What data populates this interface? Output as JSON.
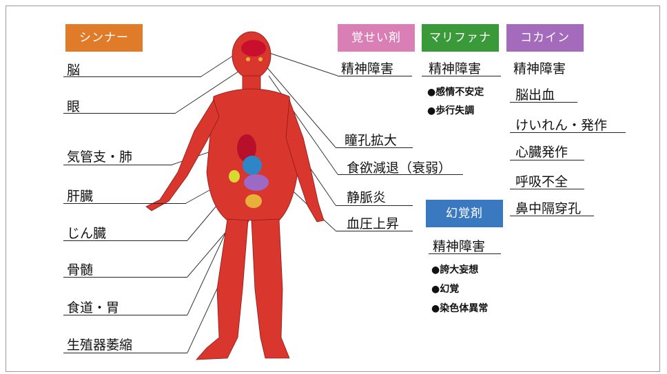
{
  "colors": {
    "thinner": "#e07b2a",
    "stimulant": "#d97fb5",
    "marijuana": "#3a9a3a",
    "cocaine": "#a46bbd",
    "hallucinogen": "#3a78c0",
    "body": "#d9362e"
  },
  "categories": {
    "thinner": "シンナー",
    "stimulant": "覚せい剤",
    "marijuana": "マリファナ",
    "cocaine": "コカイン",
    "hallucinogen": "幻覚剤"
  },
  "thinner_effects": [
    "脳",
    "眼",
    "気管支・肺",
    "肝臓",
    "じん臓",
    "骨髄",
    "食道・胃",
    "生殖器萎縮"
  ],
  "stimulant_effects": [
    "精神障害",
    "瞳孔拡大",
    "食欲減退（衰弱）",
    "静脈炎",
    "血圧上昇"
  ],
  "marijuana": {
    "main": "精神障害",
    "subs": [
      "●感情不安定",
      "●歩行失調"
    ]
  },
  "cocaine_effects": [
    "精神障害",
    "脳出血",
    "けいれん・発作",
    "心臓発作",
    "呼吸不全",
    "鼻中隔穿孔"
  ],
  "hallucinogen": {
    "main": "精神障害",
    "subs": [
      "●誇大妄想",
      "●幻覚",
      "●染色体異常"
    ]
  }
}
